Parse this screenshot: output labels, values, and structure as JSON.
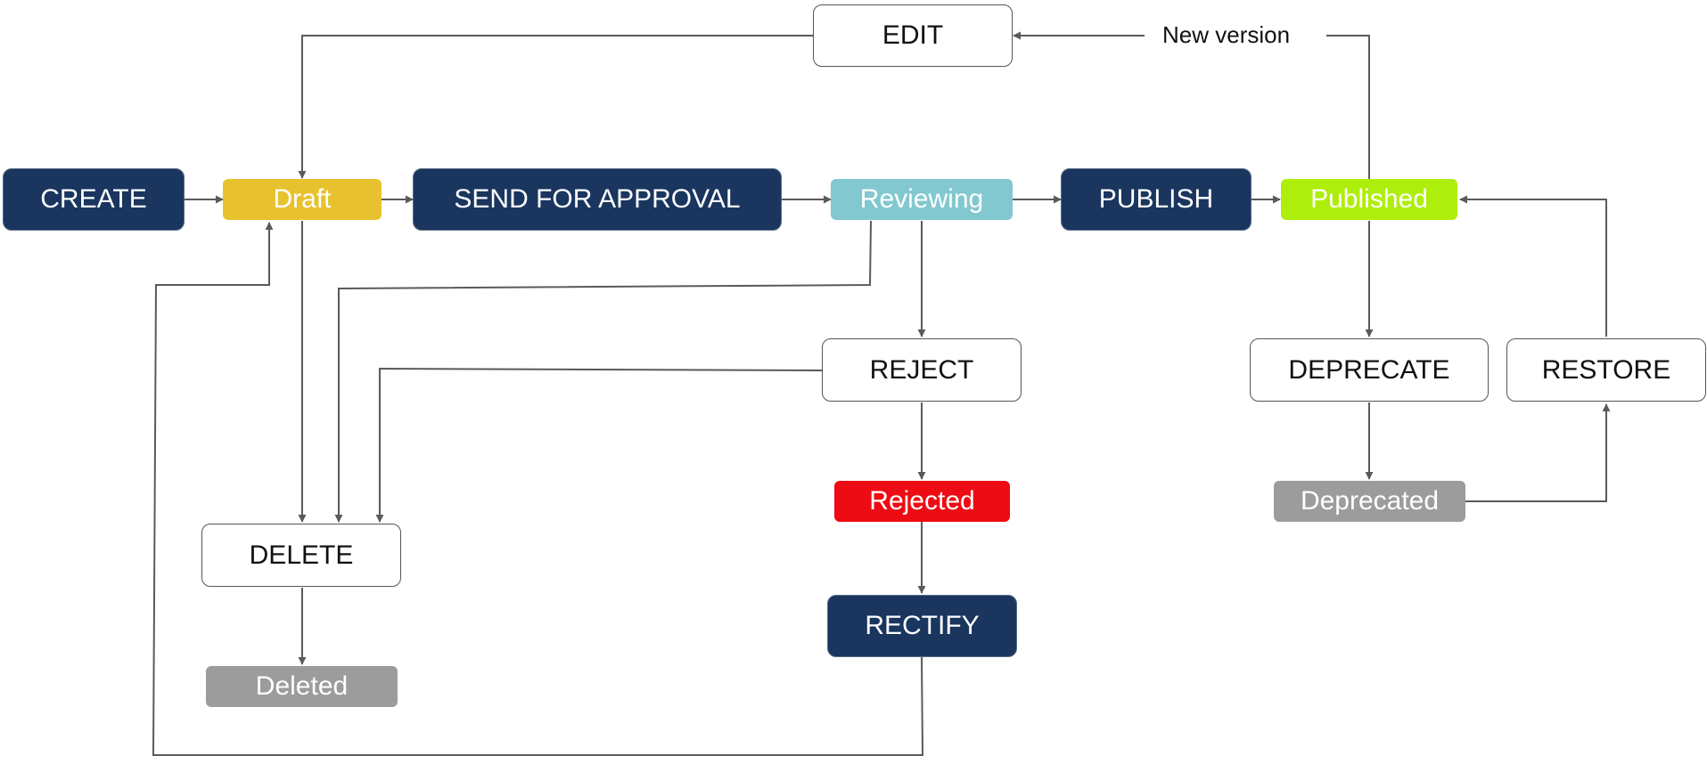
{
  "nodes": {
    "create": "CREATE",
    "draft": "Draft",
    "send_for_approval": "SEND FOR APPROVAL",
    "reviewing": "Reviewing",
    "publish": "PUBLISH",
    "published": "Published",
    "edit": "EDIT",
    "reject": "REJECT",
    "rejected": "Rejected",
    "rectify": "RECTIFY",
    "delete": "DELETE",
    "deleted": "Deleted",
    "deprecate": "DEPRECATE",
    "deprecated": "Deprecated",
    "restore": "RESTORE"
  },
  "edge_labels": {
    "new_version": "New version"
  },
  "colors": {
    "action_dark": "#1a365f",
    "draft": "#e8c22e",
    "reviewing": "#82c8d0",
    "published": "#aeee0c",
    "rejected": "#ee0c14",
    "grey_state": "#9c9c9c",
    "connector": "#5a5a5a"
  }
}
